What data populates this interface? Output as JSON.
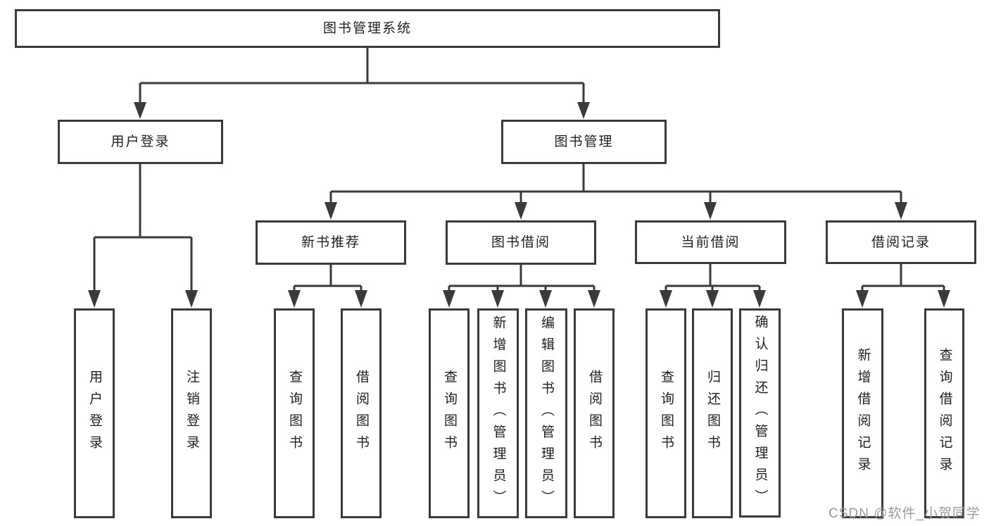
{
  "tree": {
    "root": {
      "label": "图书管理系统"
    },
    "level2": [
      {
        "label": "用户登录"
      },
      {
        "label": "图书管理"
      }
    ],
    "level3": [
      {
        "label": "新书推荐"
      },
      {
        "label": "图书借阅"
      },
      {
        "label": "当前借阅"
      },
      {
        "label": "借阅记录"
      }
    ],
    "leaves": {
      "user_login": [
        "用户登录",
        "注销登录"
      ],
      "new_book_recommend": [
        "查询图书",
        "借阅图书"
      ],
      "book_borrow": [
        "查询图书",
        "新增图书（管理员）",
        "编辑图书（管理员）",
        "借阅图书"
      ],
      "current_borrow": [
        "查询图书",
        "归还图书",
        "确认归还（管理员）"
      ],
      "borrow_records": [
        "新增借阅记录",
        "查询借阅记录"
      ]
    }
  },
  "watermark": "CSDN @软件_小贺同学",
  "colors": {
    "line": "#3a3a3a",
    "border": "#3a3a3a",
    "text": "#1f1f1f",
    "background": "#ffffff",
    "watermark": "#9b9b9b"
  }
}
